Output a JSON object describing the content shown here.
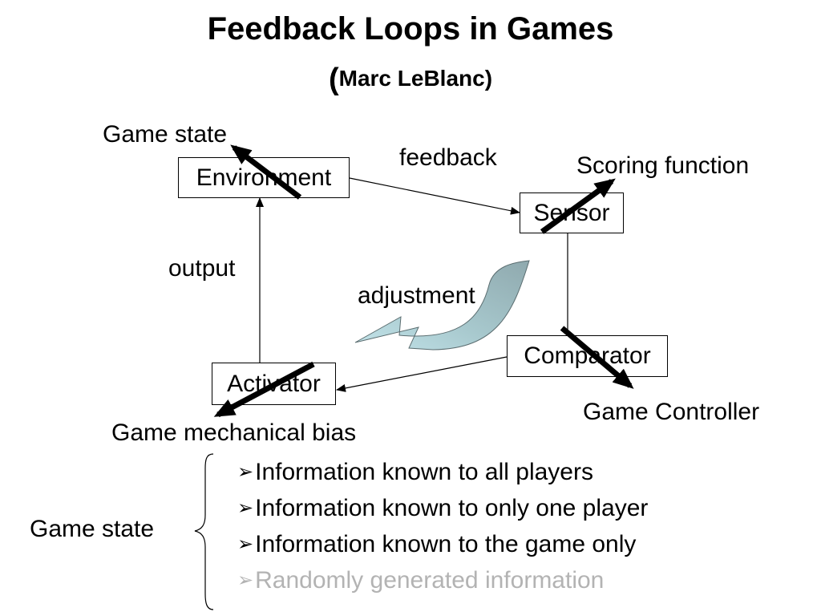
{
  "slide": {
    "title": "Feedback Loops in Games",
    "subtitle_open": "(",
    "subtitle_text": "Marc LeBlanc",
    "subtitle_close": ")"
  },
  "diagram": {
    "nodes": {
      "environment": "Environment",
      "sensor": "Sensor",
      "comparator": "Comparator",
      "activator": "Activator"
    },
    "edge_labels": {
      "feedback": "feedback",
      "output": "output",
      "adjustment": "adjustment"
    },
    "annotations": {
      "game_state": "Game state",
      "scoring_function": "Scoring function",
      "game_controller": "Game Controller",
      "game_mechanical_bias": "Game mechanical bias"
    }
  },
  "game_state_list": {
    "label": "Game state",
    "bullet_glyph": "➢",
    "items": [
      {
        "text": "Information known to all players",
        "dimmed": false
      },
      {
        "text": "Information known to only one player",
        "dimmed": false
      },
      {
        "text": "Information known to the game only",
        "dimmed": false
      },
      {
        "text": "Randomly generated information",
        "dimmed": true
      }
    ]
  },
  "colors": {
    "adjustment_arrow_light": "#b8dde3",
    "adjustment_arrow_dark": "#8fa9ae",
    "dimmed_text": "#b3b3b3"
  }
}
